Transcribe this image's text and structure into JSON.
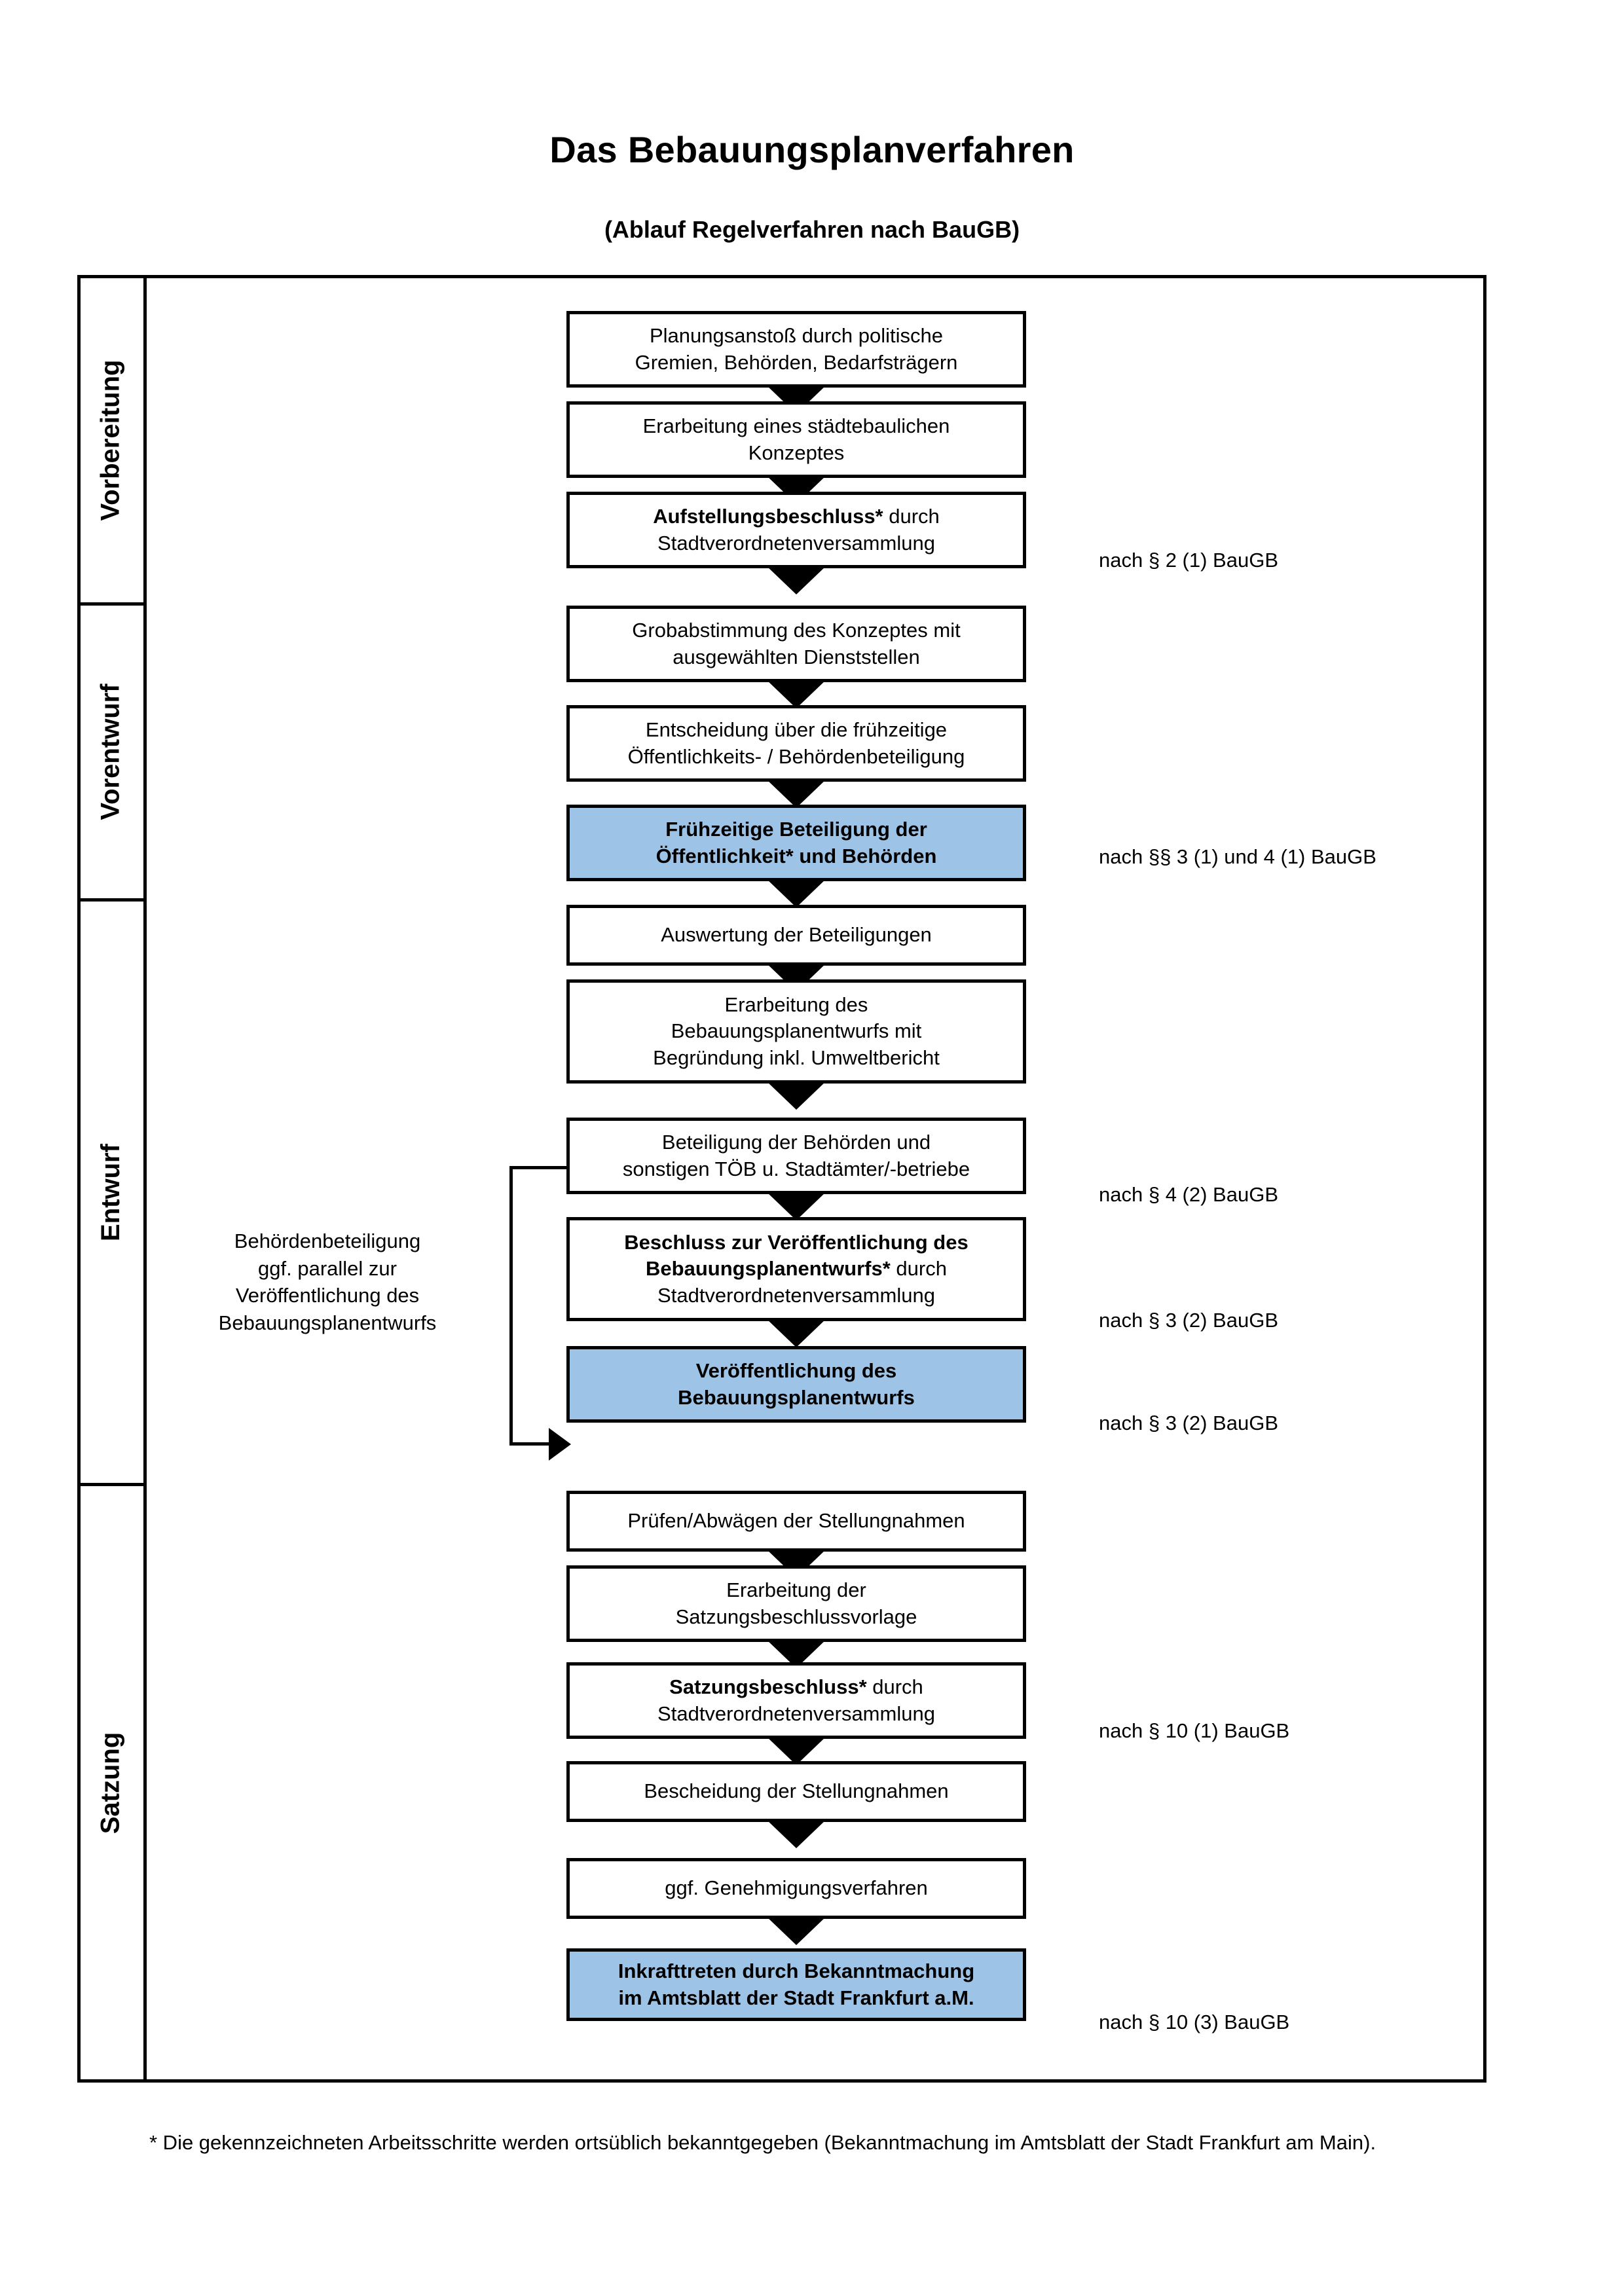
{
  "document": {
    "title": "Das Bebauungsplanverfahren",
    "subtitle": "(Ablauf Regelverfahren nach BauGB)",
    "footnote": "* Die gekennzeichneten Arbeitsschritte werden ortsüblich bekanntgegeben (Bekanntmachung im Amtsblatt  der Stadt Frankfurt am Main)."
  },
  "colors": {
    "highlight_blue": "#9DC3E6",
    "band_vorbereitung": "#F2F2F2",
    "band_vorentwurf": "#E6E6E6",
    "band_entwurf": "#D9D9D9",
    "band_satzung": "#BFBFBF",
    "line": "#000000",
    "box_fill": "#FFFFFF"
  },
  "phases": [
    {
      "id": "vorbereitung",
      "label": "Vorbereitung"
    },
    {
      "id": "vorentwurf",
      "label": "Vorentwurf"
    },
    {
      "id": "entwurf",
      "label": "Entwurf"
    },
    {
      "id": "satzung",
      "label": "Satzung"
    }
  ],
  "side_note": {
    "text": "Behördenbeteiligung ggf. parallel zur Veröffentlichung des Bebauungsplanentwurfs",
    "lines": [
      "Behördenbeteiligung",
      "ggf. parallel zur",
      "Veröffentlichung des",
      "Bebauungsplanentwurfs"
    ]
  },
  "steps": [
    {
      "id": "planungsanstoss",
      "phase": "vorbereitung",
      "highlighted": false,
      "lines": [
        "Planungsanstoß durch politische",
        "Gremien, Behörden, Bedarfsträgern"
      ],
      "bold_prefix": ""
    },
    {
      "id": "staedtebauliches-konzept",
      "phase": "vorbereitung",
      "highlighted": false,
      "lines": [
        "Erarbeitung eines städtebaulichen",
        "Konzeptes"
      ],
      "bold_prefix": ""
    },
    {
      "id": "aufstellungsbeschluss",
      "phase": "vorbereitung",
      "highlighted": false,
      "lines": [
        "Aufstellungsbeschluss* durch",
        "Stadtverordnetenversammlung"
      ],
      "bold_prefix": "Aufstellungsbeschluss*",
      "rest": " durch Stadtverordnetenversammlung"
    },
    {
      "id": "grobabstimmung",
      "phase": "vorentwurf",
      "highlighted": false,
      "lines": [
        "Grobabstimmung des Konzeptes mit",
        "ausgewählten Dienststellen"
      ],
      "bold_prefix": ""
    },
    {
      "id": "entscheidung-fruehzeitige-beteiligung",
      "phase": "vorentwurf",
      "highlighted": false,
      "lines": [
        "Entscheidung über die frühzeitige",
        "Öffentlichkeits- / Behördenbeteiligung"
      ],
      "bold_prefix": ""
    },
    {
      "id": "fruehzeitige-beteiligung",
      "phase": "vorentwurf",
      "highlighted": true,
      "lines": [
        "Frühzeitige Beteiligung der",
        "Öffentlichkeit* und Behörden"
      ],
      "bold_prefix": ""
    },
    {
      "id": "auswertung-beteiligungen",
      "phase": "entwurf",
      "highlighted": false,
      "lines": [
        "Auswertung der Beteiligungen"
      ],
      "bold_prefix": ""
    },
    {
      "id": "erarbeitung-bebauungsplanentwurf",
      "phase": "entwurf",
      "highlighted": false,
      "lines": [
        "Erarbeitung des",
        "Bebauungsplanentwurfs mit",
        "Begründung inkl. Umweltbericht"
      ],
      "bold_prefix": ""
    },
    {
      "id": "beteiligung-behoerden-toeb",
      "phase": "entwurf",
      "highlighted": false,
      "lines": [
        "Beteiligung der Behörden und",
        "sonstigen TÖB u. Stadtämter/-betriebe"
      ],
      "bold_prefix": ""
    },
    {
      "id": "beschluss-veroeffentlichung",
      "phase": "entwurf",
      "highlighted": false,
      "lines": [
        "Beschluss zur Veröffentlichung des",
        "Bebauungsplanentwurfs* durch",
        "Stadtverordnetenversammlung"
      ],
      "bold_prefix": "Beschluss zur Veröffentlichung des Bebauungsplanentwurfs*",
      "rest": " durch Stadtverordnetenversammlung"
    },
    {
      "id": "veroeffentlichung-entwurf",
      "phase": "entwurf",
      "highlighted": true,
      "lines": [
        "Veröffentlichung des",
        "Bebauungsplanentwurfs"
      ],
      "bold_prefix": ""
    },
    {
      "id": "pruefen-abwaegen",
      "phase": "satzung",
      "highlighted": false,
      "lines": [
        "Prüfen/Abwägen der Stellungnahmen"
      ],
      "bold_prefix": ""
    },
    {
      "id": "erarbeitung-satzungsbeschlussvorlage",
      "phase": "satzung",
      "highlighted": false,
      "lines": [
        "Erarbeitung der",
        "Satzungsbeschlussvorlage"
      ],
      "bold_prefix": ""
    },
    {
      "id": "satzungsbeschluss",
      "phase": "satzung",
      "highlighted": false,
      "lines": [
        "Satzungsbeschluss* durch",
        "Stadtverordnetenversammlung"
      ],
      "bold_prefix": "Satzungsbeschluss*",
      "rest": " durch Stadtverordnetenversammlung"
    },
    {
      "id": "bescheidung-stellungnahmen",
      "phase": "satzung",
      "highlighted": false,
      "lines": [
        "Bescheidung der Stellungnahmen"
      ],
      "bold_prefix": ""
    },
    {
      "id": "genehmigungsverfahren",
      "phase": "satzung",
      "highlighted": false,
      "lines": [
        "ggf. Genehmigungsverfahren"
      ],
      "bold_prefix": ""
    },
    {
      "id": "inkrafttreten",
      "phase": "satzung",
      "highlighted": true,
      "lines": [
        "Inkrafttreten durch Bekanntmachung",
        "im Amtsblatt der Stadt Frankfurt a.M."
      ],
      "bold_prefix": "Inkrafttreten",
      "rest": " durch Bekanntmachung im Amtsblatt der Stadt Frankfurt a.M."
    }
  ],
  "legal_notes": [
    {
      "id": "par-2-1",
      "text": "nach § 2 (1) BauGB",
      "for_step": "aufstellungsbeschluss"
    },
    {
      "id": "par-3-1-4-1",
      "text": "nach §§ 3 (1) und 4 (1) BauGB",
      "for_step": "fruehzeitige-beteiligung"
    },
    {
      "id": "par-4-2",
      "text": "nach § 4 (2) BauGB",
      "for_step": "beteiligung-behoerden-toeb"
    },
    {
      "id": "par-3-2-a",
      "text": "nach § 3 (2) BauGB",
      "for_step": "beschluss-veroeffentlichung"
    },
    {
      "id": "par-3-2-b",
      "text": "nach § 3 (2) BauGB",
      "for_step": "veroeffentlichung-entwurf"
    },
    {
      "id": "par-10-1",
      "text": "nach § 10 (1) BauGB",
      "for_step": "satzungsbeschluss"
    },
    {
      "id": "par-10-3",
      "text": "nach § 10 (3) BauGB",
      "for_step": "inkrafttreten"
    }
  ]
}
